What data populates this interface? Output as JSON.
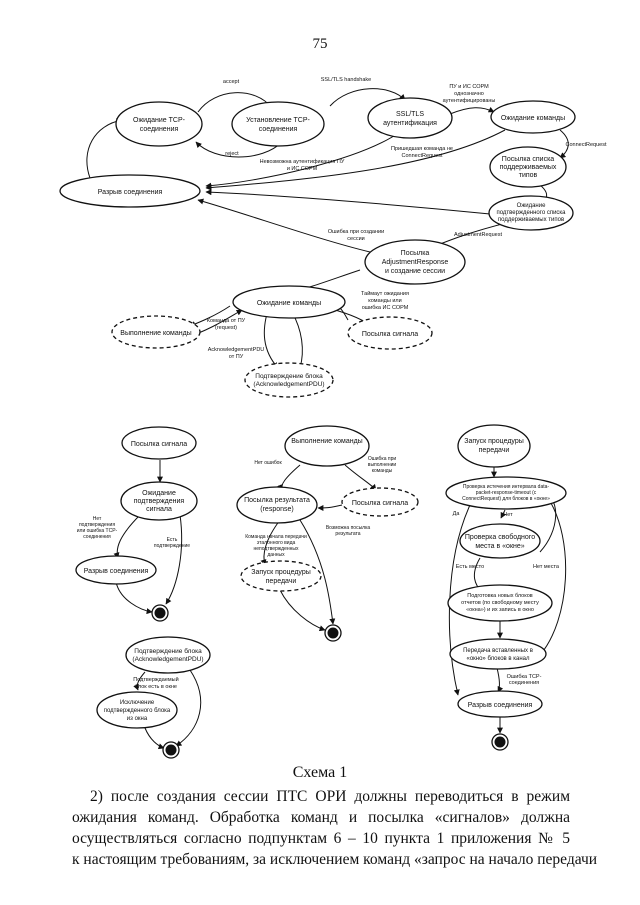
{
  "page_number": "75",
  "caption": "Схема 1",
  "paragraph": [
    "2) после создания сессии ПТС ОРИ должны переводиться в режим",
    "ожидания команд. Обработка команд и посылка «сигналов» должна",
    "осуществляться согласно подпунктам 6 – 10 пункта 1 приложения № 5",
    "к настоящим требованиям, за исключением команд «запрос на начало передачи"
  ],
  "states": {
    "wait_tcp": [
      "Ожидание TCP-",
      "соединения"
    ],
    "establish_tcp": [
      "Установление TCP-",
      "соединения"
    ],
    "ssl_auth": [
      "SSL/TLS",
      "аутентификация"
    ],
    "wait_cmd_top": [
      "Ожидание команды"
    ],
    "send_types": [
      "Посылка списка",
      "поддерживаемых",
      "типов"
    ],
    "disconnect_top": [
      "Разрыв соединения"
    ],
    "wait_confirm_types": [
      "Ожидание",
      "подтвержденного списка",
      "поддерживаемых типов"
    ],
    "send_adjust": [
      "Посылка",
      "AdjustmentResponse",
      "и создание сессии"
    ],
    "wait_cmd_mid": [
      "Ожидание команды"
    ],
    "exec_cmd_mid": [
      "Выполнение команды"
    ],
    "send_signal_mid": [
      "Посылка сигнала"
    ],
    "confirm_block_mid": [
      "Подтверждение блока",
      "(AcknowledgementPDU)"
    ],
    "send_signal_sub": [
      "Посылка сигнала"
    ],
    "wait_signal_confirm": [
      "Ожидание",
      "подтверждения",
      "сигнала"
    ],
    "disconnect_sub1": [
      "Разрыв соединения"
    ],
    "exec_cmd_sub": [
      "Выполнение команды"
    ],
    "send_result": [
      "Посылка результата",
      "(response)"
    ],
    "send_signal_sub2": [
      "Посылка сигнала"
    ],
    "start_transfer_sub2": [
      "Запуск процедуры",
      "передачи"
    ],
    "start_transfer": [
      "Запуск процедуры",
      "передачи"
    ],
    "check_interval": [
      "Проверка истечения интервала data-",
      "packet-response-timeout (с",
      "ConnectRequest) для блоков в «окне»"
    ],
    "check_free_space": [
      "Проверка свободного",
      "места в «окне»"
    ],
    "prepare_blocks": [
      "Подготовка новых блоков",
      "отчетов (по свободному месту",
      "«окна») и их запись в окно"
    ],
    "transmit_blocks": [
      "Передача вставленных в",
      "«окно» блоков в канал"
    ],
    "disconnect_sub3": [
      "Разрыв соединения"
    ],
    "confirm_block_sub": [
      "Подтверждение блока",
      "(AcknowledgementPDU)"
    ],
    "exclude_block": [
      "Исключение",
      "подтвержденного блока",
      "из окна"
    ]
  },
  "labels": {
    "accept": [
      "accept"
    ],
    "ssl_handshake": [
      "SSL/TLS handshake"
    ],
    "reject": [
      "reject"
    ],
    "auth_ok": [
      "ПУ и ИС СОРМ",
      "однозначно",
      "аутентифицированы"
    ],
    "connect_request_1": [
      "ConnectRequest"
    ],
    "connect_request_in": [
      "Пришедшая команда не",
      "ConnectRequest"
    ],
    "auth_failed": [
      "Невозможна аутентификация ПУ",
      "и ИС СОРМ"
    ],
    "adjustment_request": [
      "AdjustmentRequest"
    ],
    "session_error": [
      "Ошибка при создании",
      "сессии"
    ],
    "timer_wait": [
      "Таймаут ожидания",
      "команды или",
      "ошибка ИС СОРМ"
    ],
    "cmd_from_pu": [
      "Команда от ПУ",
      "(request)"
    ],
    "ack_from_pu": [
      "AcknowledgementPDU",
      "от ПУ"
    ],
    "no_confirm": [
      "Нет",
      "подтверждения",
      "или ошибка TCP-",
      "соединения"
    ],
    "has_confirm": [
      "Есть",
      "подтверждение"
    ],
    "no_errors": [
      "Нет ошибок"
    ],
    "exec_error": [
      "Ошибка при",
      "выполнении",
      "команды"
    ],
    "send_possible": [
      "Возможна посылка",
      "результата"
    ],
    "start_cmd": [
      "Команда начала передачи",
      "эталонного вида",
      "неподтвержденных",
      "данных"
    ],
    "yes_1": [
      "Да"
    ],
    "no_1": [
      "Нет"
    ],
    "has_space": [
      "Есть место"
    ],
    "no_space": [
      "Нет места"
    ],
    "tcp_error": [
      "Ошибка TCP-",
      "соединения"
    ],
    "block_in_window": [
      "Подтверждаемый",
      "блок есть в окне"
    ]
  },
  "colors": {
    "ink": "#111111",
    "paper": "#ffffff"
  }
}
